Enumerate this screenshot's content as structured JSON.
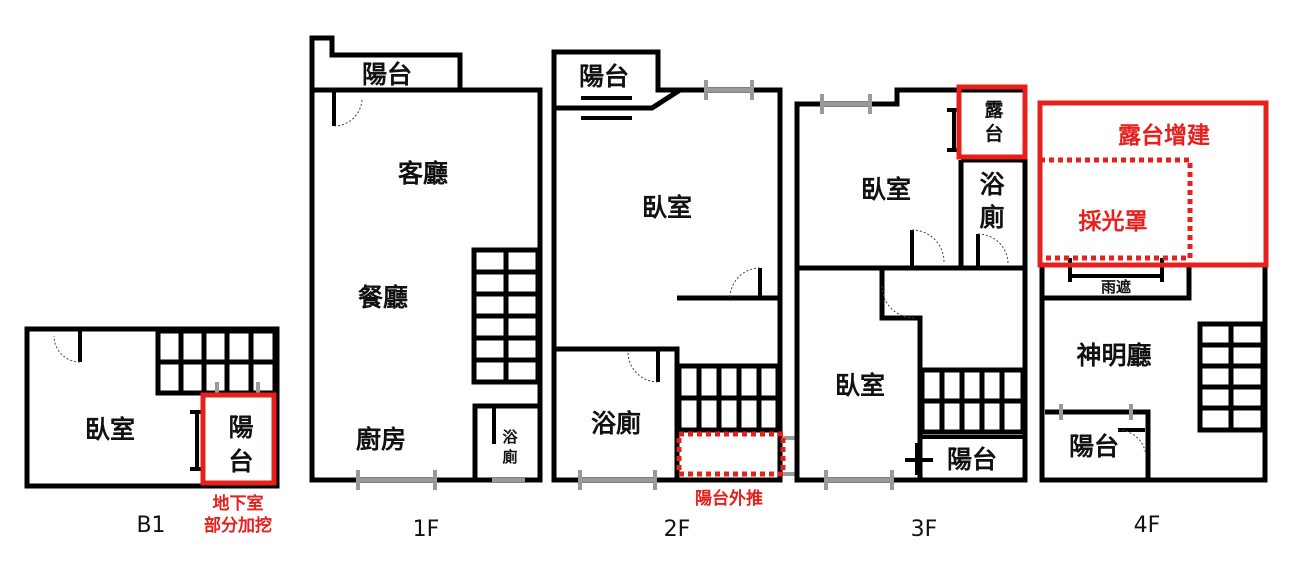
{
  "floors": {
    "b1": {
      "label": "B1",
      "rooms": {
        "bedroom": "臥室",
        "balcony_1": "陽",
        "balcony_2": "台"
      },
      "note_1": "地下室",
      "note_2": "部分加挖"
    },
    "f1": {
      "label": "1F",
      "rooms": {
        "balcony": "陽台",
        "living": "客廳",
        "dining": "餐廳",
        "kitchen": "廚房",
        "bath_1": "浴",
        "bath_2": "廁"
      }
    },
    "f2": {
      "label": "2F",
      "rooms": {
        "balcony": "陽台",
        "bedroom": "臥室",
        "bath": "浴廁"
      },
      "note": "陽台外推"
    },
    "f3": {
      "label": "3F",
      "rooms": {
        "terrace_1": "露",
        "terrace_2": "台",
        "bedroom_1": "臥室",
        "bath_1": "浴",
        "bath_2": "廁",
        "bedroom_2": "臥室",
        "balcony": "陽台"
      }
    },
    "f4": {
      "label": "4F",
      "rooms": {
        "canopy": "雨遮",
        "shrine": "神明廳",
        "balcony": "陽台"
      },
      "note_1": "露台增建",
      "note_2": "採光罩"
    }
  },
  "colors": {
    "wall": "#000000",
    "highlight": "#e6201c",
    "window": "#9a9a9a"
  }
}
